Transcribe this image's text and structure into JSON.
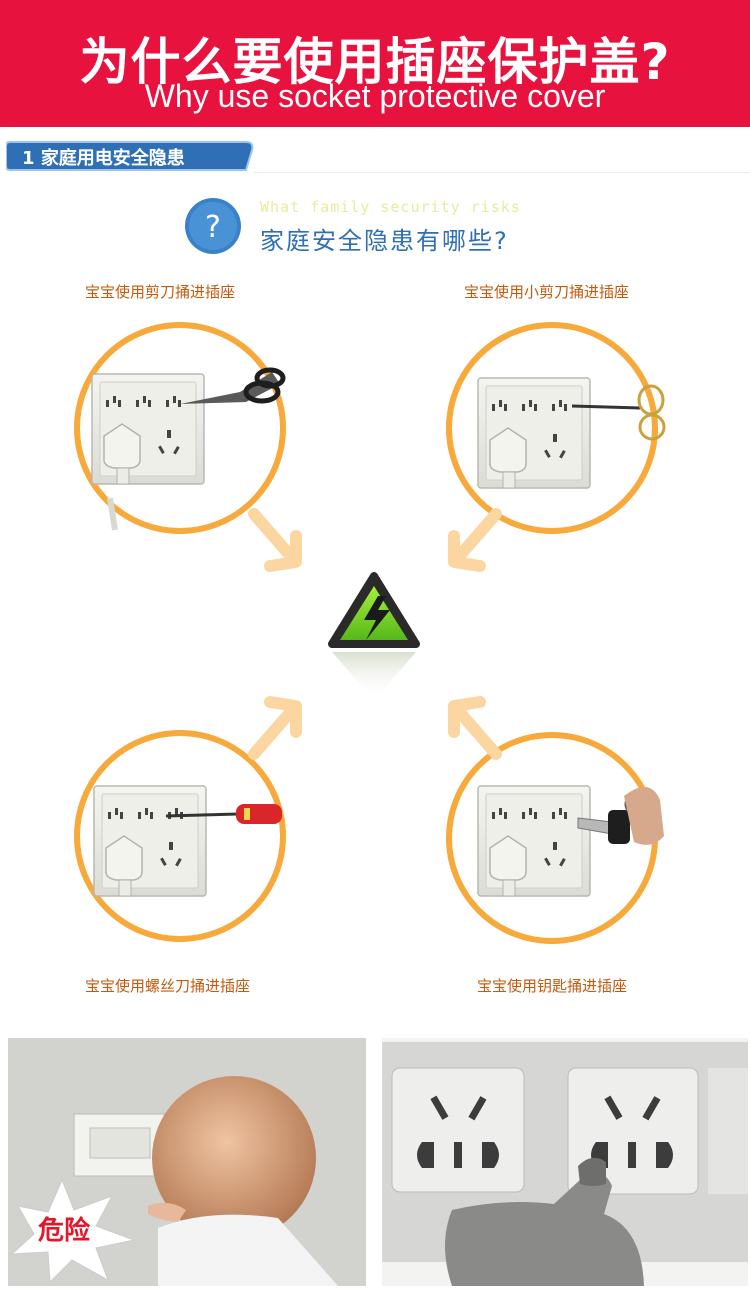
{
  "banner": {
    "title": "为什么要使用插座保护盖?",
    "subtitle": "Why use socket protective cover"
  },
  "section": {
    "number": "1",
    "label": "家庭用电安全隐患"
  },
  "question": {
    "icon_glyph": "?",
    "english": "What family security risks",
    "chinese": "家庭安全隐患有哪些?"
  },
  "captions": {
    "top_left": "宝宝使用剪刀捅进插座",
    "top_right": "宝宝使用小剪刀捅进插座",
    "bottom_left": "宝宝使用螺丝刀捅进插座",
    "bottom_right": "宝宝使用钥匙捅进插座"
  },
  "danger_label": "危险",
  "colors": {
    "banner": "#e8123f",
    "tag": "#2f6fb5",
    "question_blue": "#2f6fb5",
    "caption": "#c45a0e",
    "ring": "#f7a93b",
    "arrow": "#fbd9a6",
    "warning_green": "#7ed321"
  },
  "icons": [
    "question-icon",
    "warning-lightning-icon",
    "arrow-icon",
    "danger-burst-icon"
  ]
}
